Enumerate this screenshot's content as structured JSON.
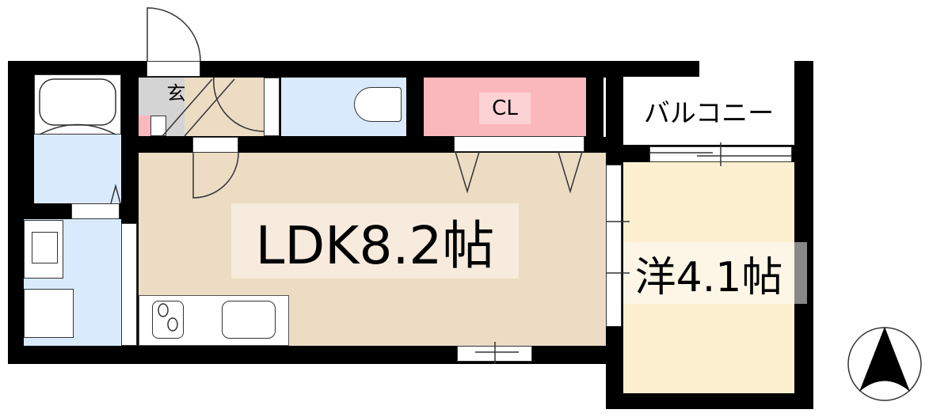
{
  "rooms": {
    "ldk": "LDK8.2帖",
    "western": "洋4.1帖",
    "closet": "CL",
    "balcony": "バルコニー",
    "entrance": "玄"
  },
  "colors": {
    "wall": "#000000",
    "wet_area": "#d9eafc",
    "ldk_floor": "#ecdcc4",
    "closet": "#fbb8bc",
    "western_floor": "#fdf0d0"
  },
  "icons": {
    "compass": "north-arrow-icon"
  }
}
